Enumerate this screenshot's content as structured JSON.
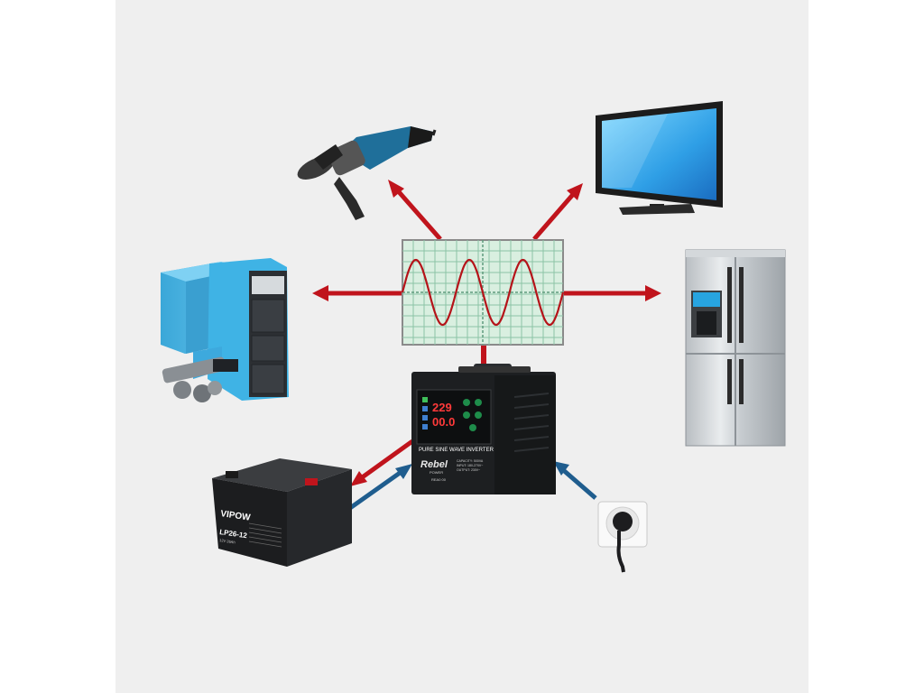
{
  "inverter": {
    "brand": "Rebel",
    "brand_sub": "POWER",
    "model_label": "PURE SINE WAVE INVERTER",
    "model_code": "REA0 00",
    "display_voltage": "229",
    "display_output": "00.0",
    "specs": [
      "CAPACITY: 500VA",
      "INPUT: 180-270V~",
      "OUTPUT: 230V~"
    ]
  },
  "battery": {
    "brand": "VIPOW",
    "model": "LP26-12",
    "rating": "12V 26Ah"
  },
  "colors": {
    "arrow_out": "#c0141c",
    "arrow_in": "#1f5d8e",
    "scope_bg": "#d9efe0",
    "scope_grid": "#8cc3a6",
    "wave": "#b51319",
    "background": "#efefef"
  },
  "icons": [
    "angle-grinder-icon",
    "tv-icon",
    "fridge-icon",
    "pellet-boiler-icon",
    "battery-icon",
    "wall-socket-icon",
    "inverter-icon",
    "oscilloscope-icon"
  ]
}
